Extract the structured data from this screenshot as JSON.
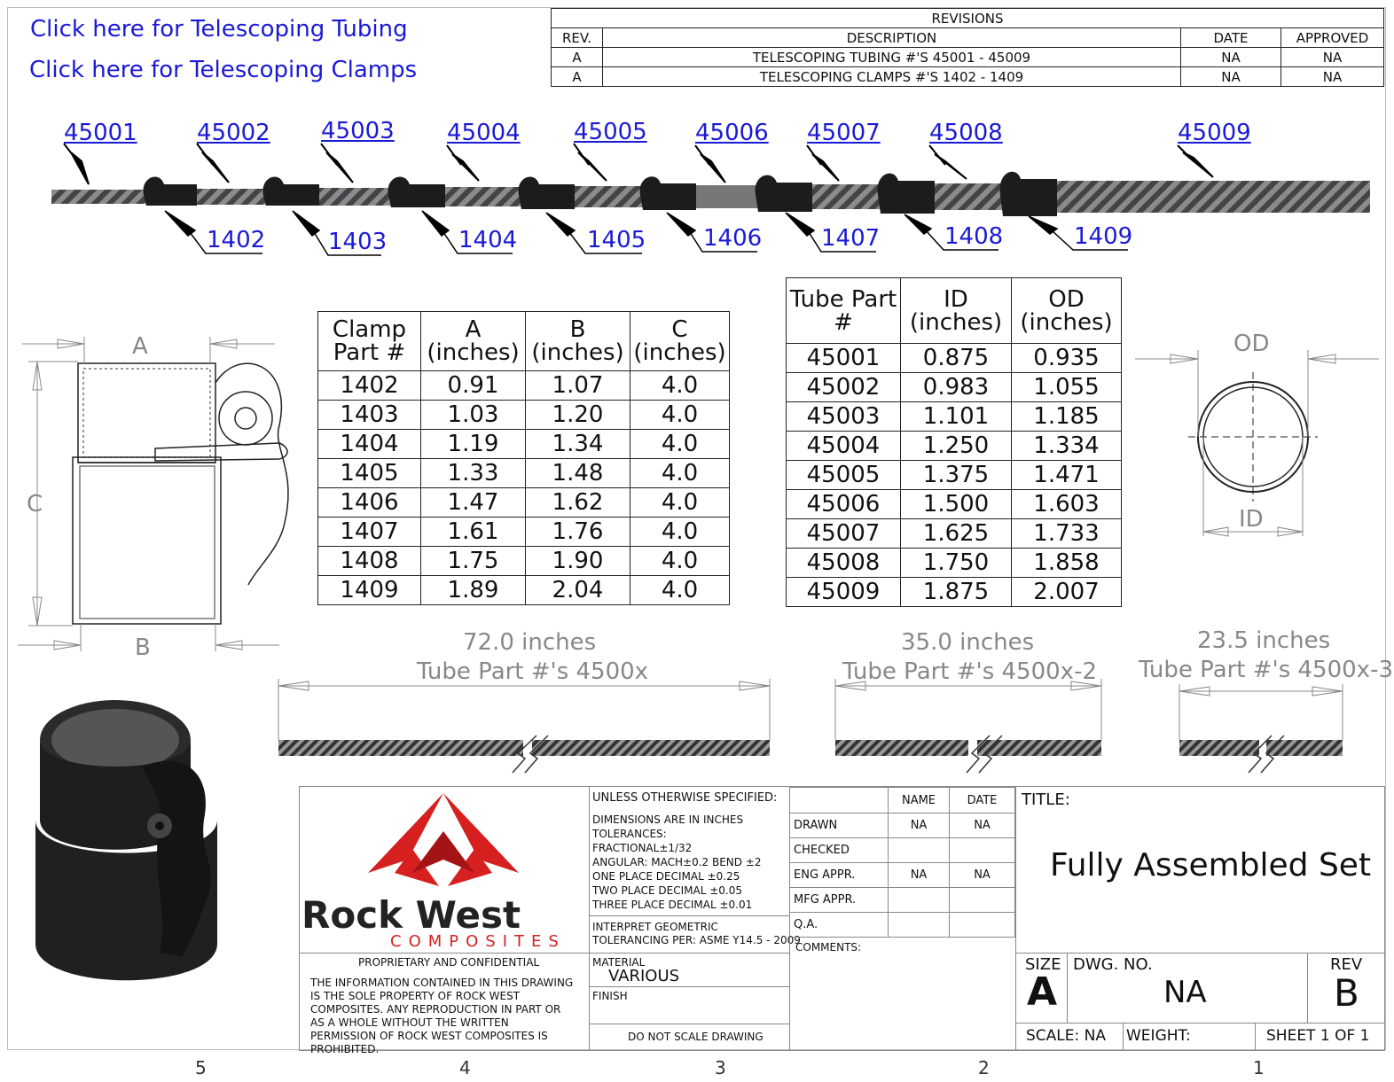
{
  "links": {
    "tubing": "Click here for Telescoping Tubing",
    "clamps": "Click here for Telescoping Clamps"
  },
  "revisions": {
    "title": "REVISIONS",
    "headers": [
      "REV.",
      "DESCRIPTION",
      "DATE",
      "APPROVED"
    ],
    "rows": [
      [
        "A",
        "TELESCOPING TUBING #'S 45001 - 45009",
        "NA",
        "NA"
      ],
      [
        "A",
        "TELESCOPING CLAMPS #'S 1402 - 1409",
        "NA",
        "NA"
      ]
    ]
  },
  "tube_parts": [
    "45001",
    "45002",
    "45003",
    "45004",
    "45005",
    "45006",
    "45007",
    "45008",
    "45009"
  ],
  "clamp_parts": [
    "1402",
    "1403",
    "1404",
    "1405",
    "1406",
    "1407",
    "1408",
    "1409"
  ],
  "clamp_view": {
    "a": "A",
    "b": "B",
    "c": "C"
  },
  "clamp_table": {
    "headers": [
      "Clamp Part #",
      "A (inches)",
      "B (inches)",
      "C (inches)"
    ],
    "rows": [
      [
        "1402",
        "0.91",
        "1.07",
        "4.0"
      ],
      [
        "1403",
        "1.03",
        "1.20",
        "4.0"
      ],
      [
        "1404",
        "1.19",
        "1.34",
        "4.0"
      ],
      [
        "1405",
        "1.33",
        "1.48",
        "4.0"
      ],
      [
        "1406",
        "1.47",
        "1.62",
        "4.0"
      ],
      [
        "1407",
        "1.61",
        "1.76",
        "4.0"
      ],
      [
        "1408",
        "1.75",
        "1.90",
        "4.0"
      ],
      [
        "1409",
        "1.89",
        "2.04",
        "4.0"
      ]
    ]
  },
  "tube_table": {
    "headers": [
      "Tube Part #",
      "ID (inches)",
      "OD (inches)"
    ],
    "rows": [
      [
        "45001",
        "0.875",
        "0.935"
      ],
      [
        "45002",
        "0.983",
        "1.055"
      ],
      [
        "45003",
        "1.101",
        "1.185"
      ],
      [
        "45004",
        "1.250",
        "1.334"
      ],
      [
        "45005",
        "1.375",
        "1.471"
      ],
      [
        "45006",
        "1.500",
        "1.603"
      ],
      [
        "45007",
        "1.625",
        "1.733"
      ],
      [
        "45008",
        "1.750",
        "1.858"
      ],
      [
        "45009",
        "1.875",
        "2.007"
      ]
    ]
  },
  "section": {
    "od": "OD",
    "id": "ID"
  },
  "lengths": [
    {
      "length": "72.0 inches",
      "parts": "Tube Part #'s 4500x"
    },
    {
      "length": "35.0 inches",
      "parts": "Tube Part #'s 4500x-2"
    },
    {
      "length": "23.5 inches",
      "parts": "Tube Part #'s 4500x-3"
    }
  ],
  "title_block": {
    "company_name": "Rock West",
    "company_sub": "COMPOSITES",
    "proprietary_title": "PROPRIETARY AND CONFIDENTIAL",
    "proprietary_text": "THE INFORMATION CONTAINED IN THIS DRAWING IS THE SOLE PROPERTY OF ROCK WEST COMPOSITES. ANY REPRODUCTION IN PART OR AS A WHOLE WITHOUT THE WRITTEN PERMISSION OF ROCK WEST COMPOSITES IS PROHIBITED.",
    "unless": "UNLESS OTHERWISE SPECIFIED:",
    "tolerances": [
      "DIMENSIONS ARE IN INCHES",
      "TOLERANCES:",
      "FRACTIONAL±1/32",
      "ANGULAR: MACH±0.2    BEND ±2",
      "ONE PLACE DECIMAL    ±0.25",
      "TWO PLACE DECIMAL    ±0.05",
      "THREE PLACE DECIMAL  ±0.01"
    ],
    "interpret": [
      "INTERPRET GEOMETRIC",
      "TOLERANCING PER: ASME Y14.5 - 2009"
    ],
    "material_label": "MATERIAL",
    "material_value": "VARIOUS",
    "finish_label": "FINISH",
    "do_not_scale": "DO NOT SCALE DRAWING",
    "sign_headers": [
      "NAME",
      "DATE"
    ],
    "sign_rows": [
      [
        "DRAWN",
        "NA",
        "NA"
      ],
      [
        "CHECKED",
        "",
        ""
      ],
      [
        "ENG APPR.",
        "NA",
        "NA"
      ],
      [
        "MFG APPR.",
        "",
        ""
      ],
      [
        "Q.A.",
        "",
        ""
      ]
    ],
    "comments": "COMMENTS:",
    "title_label": "TITLE:",
    "title": "Fully Assembled Set",
    "size_label": "SIZE",
    "size": "A",
    "dwg_label": "DWG.  NO.",
    "dwg_no": "NA",
    "rev_label": "REV",
    "rev": "B",
    "scale": "SCALE: NA",
    "weight": "WEIGHT:",
    "sheet": "SHEET 1 OF 1"
  },
  "zone_numbers": [
    "5",
    "4",
    "3",
    "2",
    "1"
  ],
  "colors": {
    "link": "#1a1ad6",
    "logo_red": "#d62020",
    "dim_gray": "#888888"
  }
}
